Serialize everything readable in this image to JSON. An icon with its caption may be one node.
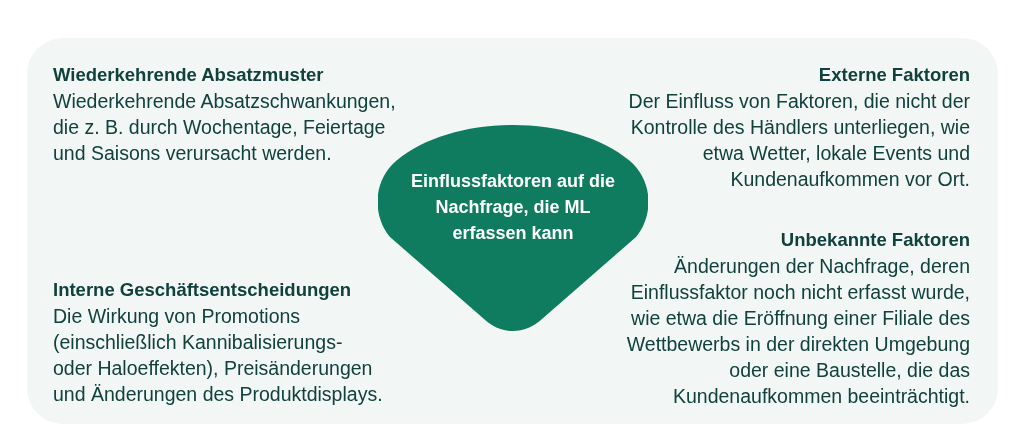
{
  "diagram": {
    "nodes": [
      {
        "text": [
          "Einflussfaktoren auf die Nachfrage, die ML erfassen kann"
        ]
      }
    ],
    "labels": [
      "Wiederkehrende Absatzmuster",
      "Wiederkehrende Absatzschwankungen, die z. B. durch Wochentage, Feiertage und Saisons verursacht werden.",
      "Externe Faktoren",
      "Der Einfluss von Faktoren, die nicht der Kontrolle des Händlers unterliegen, wie etwa Wetter, lokale Events und Kundenaufkommen vor Ort.",
      "Unbekannte Faktoren",
      "Änderungen der Nachfrage, deren Einflussfaktor noch nicht erfasst wurde, wie etwa die Eröffnung einer Filiale des Wettbewerbs in der direkten Umgebung oder eine Baustelle, die das Kundenaufkommen beeinträchtigt.",
      "Interne Geschäftsentscheidungen",
      "Die Wirkung von Promotions (einschließlich Kannibalisierungs- oder Haloeffekten), Preisänderungen und Änderungen des Produktdisplays."
    ]
  }
}
